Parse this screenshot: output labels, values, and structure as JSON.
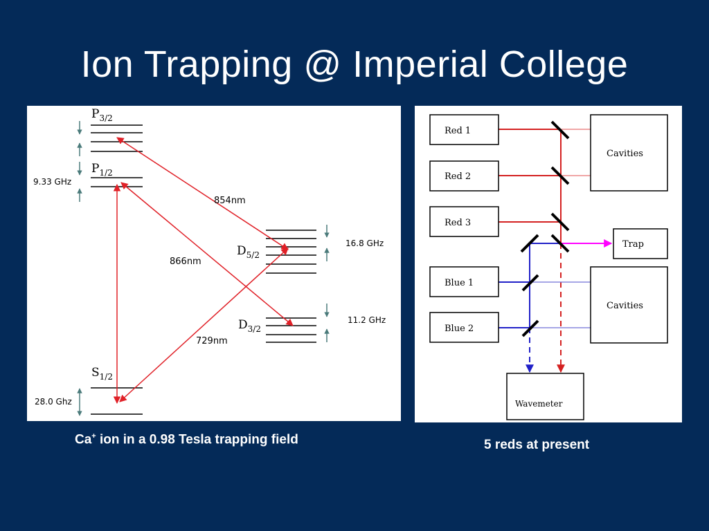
{
  "slide": {
    "title": "Ion Trapping @ Imperial College",
    "caption_left_prefix": "Ca",
    "caption_left_sup": "+",
    "caption_left_rest": " ion in a 0.98 Tesla  trapping field",
    "caption_right": "5 reds at present"
  },
  "level_diagram": {
    "levels": {
      "p32": {
        "base": "P",
        "sub": "3/2"
      },
      "p12": {
        "base": "P",
        "sub": "1/2"
      },
      "d52": {
        "base": "D",
        "sub": "5/2"
      },
      "d32": {
        "base": "D",
        "sub": "3/2"
      },
      "s12": {
        "base": "S",
        "sub": "1/2"
      }
    },
    "splittings": {
      "p": "9.33 GHz",
      "s": "28.0 Ghz",
      "d52": "16.8 GHz",
      "d32": "11.2 GHz"
    },
    "transitions": {
      "t854": "854nm",
      "t866": "866nm",
      "t729": "729nm"
    },
    "colors": {
      "laser": "#e02027",
      "tick": "#4a7a7a"
    }
  },
  "laser_setup": {
    "boxes": {
      "red1": "Red 1",
      "red2": "Red 2",
      "red3": "Red 3",
      "blue1": "Blue 1",
      "blue2": "Blue 2",
      "cavities_top": "Cavities",
      "cavities_bottom": "Cavities",
      "trap": "Trap",
      "wavemeter": "Wavemeter"
    },
    "colors": {
      "red": "#d42020",
      "blue": "#2020c8",
      "magenta": "#ff00ff"
    }
  }
}
